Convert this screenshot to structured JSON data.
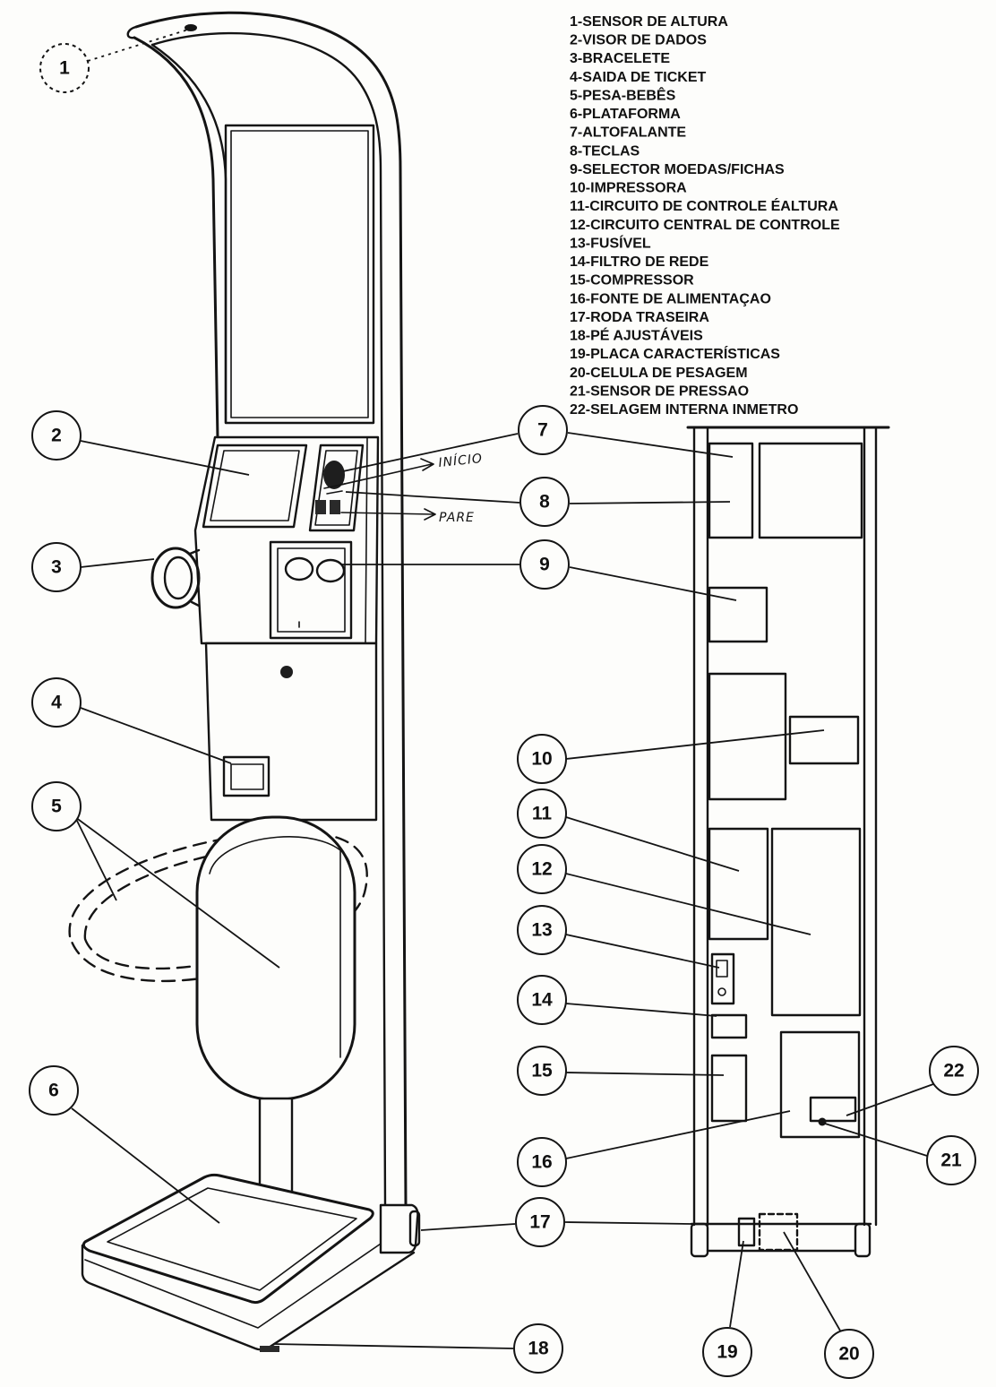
{
  "legend": [
    "1-SENSOR DE ALTURA",
    "2-VISOR DE DADOS",
    "3-BRACELETE",
    "4-SAIDA DE TICKET",
    "5-PESA-BEBÊS",
    "6-PLATAFORMA",
    "7-ALTOFALANTE",
    "8-TECLAS",
    "9-SELECTOR MOEDAS/FICHAS",
    "10-IMPRESSORA",
    "11-CIRCUITO DE CONTROLE ÉALTURA",
    "12-CIRCUITO CENTRAL DE CONTROLE",
    "13-FUSÍVEL",
    "14-FILTRO DE REDE",
    "15-COMPRESSOR",
    "16-FONTE DE ALIMENTAÇAO",
    "17-RODA TRASEIRA",
    "18-PÉ AJUSTÁVEIS",
    "19-PLACA CARACTERÍSTICAS",
    "20-CELULA DE PESAGEM",
    "21-SENSOR DE PRESSAO",
    "22-SELAGEM INTERNA INMETRO"
  ],
  "callouts": [
    "1",
    "2",
    "3",
    "4",
    "5",
    "6",
    "7",
    "8",
    "9",
    "10",
    "11",
    "12",
    "13",
    "14",
    "15",
    "16",
    "17",
    "18",
    "19",
    "20",
    "21",
    "22"
  ],
  "annotations": {
    "start": "INÍCIO",
    "stop": "PARE"
  },
  "colors": {
    "ink": "#141414",
    "paper": "#fdfdfb"
  }
}
